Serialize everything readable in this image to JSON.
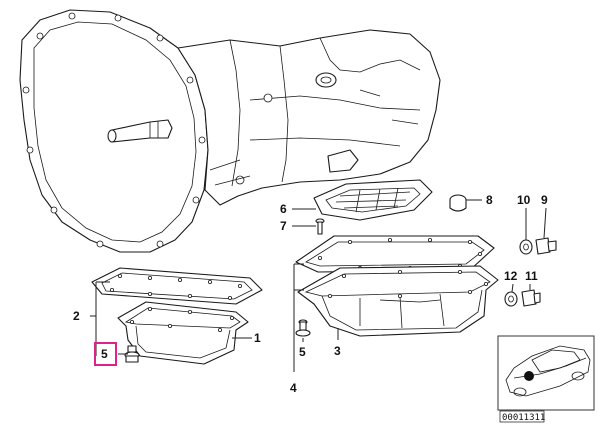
{
  "callouts": {
    "c1": "1",
    "c2": "2",
    "c3": "3",
    "c4": "4",
    "c5a": "5",
    "c5b": "5",
    "c6": "6",
    "c7": "7",
    "c8": "8",
    "c9": "9",
    "c10": "10",
    "c11": "11",
    "c12": "12"
  },
  "highlight_color": "#e0218a",
  "inset": {
    "ref_number": "00011311"
  }
}
